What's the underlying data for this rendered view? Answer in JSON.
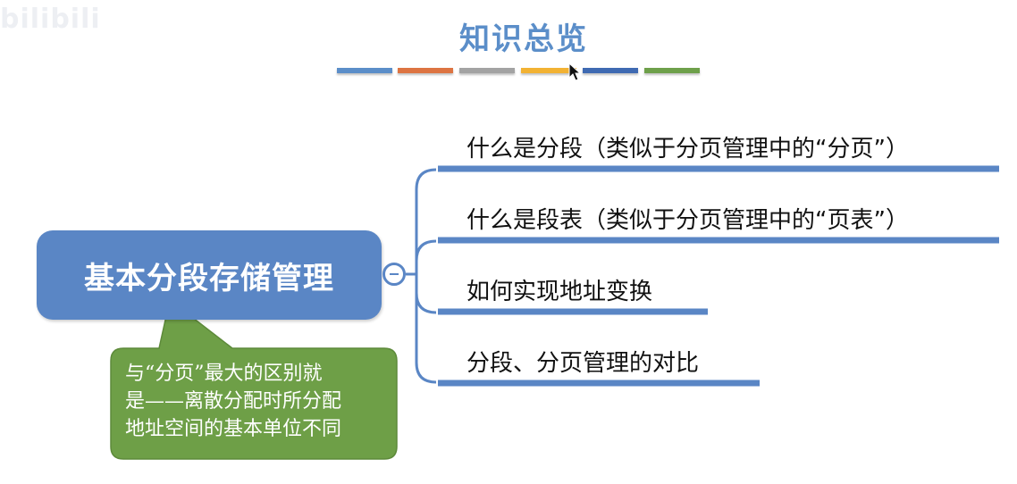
{
  "watermark": "bilibili",
  "title": "知识总览",
  "color_bars": [
    "#5b8ec9",
    "#dd7442",
    "#a3a3a3",
    "#f2b233",
    "#3f6ab2",
    "#6ea04a"
  ],
  "central_node": {
    "label": "基本分段存储管理",
    "color": "#5a86c5"
  },
  "branches": [
    {
      "label": "什么是分段（类似于分页管理中的“分页”）"
    },
    {
      "label": "什么是段表（类似于分页管理中的“页表”）"
    },
    {
      "label": "如何实现地址变换"
    },
    {
      "label": "分段、分页管理的对比"
    }
  ],
  "callout": {
    "line1": "与“分页”最大的区别就",
    "line2": "是——离散分配时所分配",
    "line3": "地址空间的基本单位不同",
    "color": "#6e9f47"
  }
}
